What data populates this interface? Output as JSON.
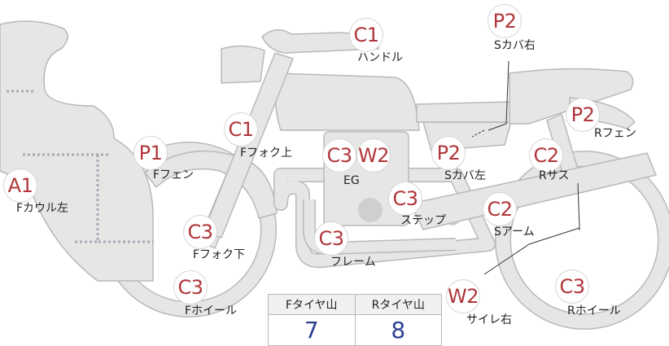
{
  "parts": [
    {
      "id": "handle",
      "grade": "C1",
      "label": "ハンドル"
    },
    {
      "id": "s-cover-right",
      "grade": "P2",
      "label": "Sカバ右"
    },
    {
      "id": "r-fender",
      "grade": "P2",
      "label": "Rフェン"
    },
    {
      "id": "f-fork-upper",
      "grade": "C1",
      "label": "Fフォク上"
    },
    {
      "id": "f-fender",
      "grade": "P1",
      "label": "Fフェン"
    },
    {
      "id": "engine",
      "grade": "C3",
      "label": "EG"
    },
    {
      "id": "engine-w",
      "grade": "W2",
      "label": ""
    },
    {
      "id": "s-cover-left",
      "grade": "P2",
      "label": "Sカバ左"
    },
    {
      "id": "r-suspension",
      "grade": "C2",
      "label": "Rサス"
    },
    {
      "id": "f-cowl-left",
      "grade": "A1",
      "label": "Fカウル左"
    },
    {
      "id": "step",
      "grade": "C3",
      "label": "ステップ"
    },
    {
      "id": "s-arm",
      "grade": "C2",
      "label": "Sアーム"
    },
    {
      "id": "f-fork-lower",
      "grade": "C3",
      "label": "Fフォク下"
    },
    {
      "id": "frame",
      "grade": "C3",
      "label": "フレーム"
    },
    {
      "id": "f-wheel",
      "grade": "C3",
      "label": "Fホイール"
    },
    {
      "id": "silencer-right",
      "grade": "W2",
      "label": "サイレ右"
    },
    {
      "id": "r-wheel",
      "grade": "C3",
      "label": "Rホイール"
    }
  ],
  "tire_tread": {
    "front_header": "Fタイヤ山",
    "rear_header": "Rタイヤ山",
    "front_value": "7",
    "rear_value": "8"
  },
  "colors": {
    "grade_text": "#b0363a",
    "value_text": "#2a3f8f",
    "body_fill": "#e6e6e4",
    "body_stroke": "#b9b9b9"
  }
}
